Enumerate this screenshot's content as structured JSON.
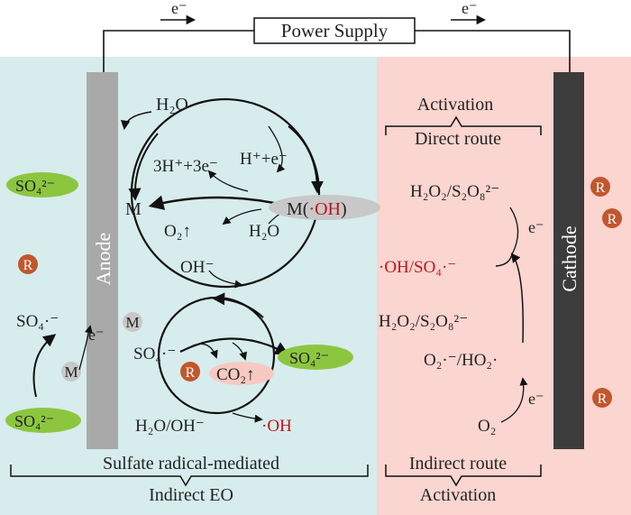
{
  "top": {
    "power_supply": "Power Supply",
    "e_left": "e⁻",
    "e_right": "e⁻"
  },
  "electrodes": {
    "anode": "Anode",
    "cathode": "Cathode"
  },
  "left": {
    "h2o_top": "H₂O",
    "three_h": "3H⁺+3e⁻",
    "h_e": "H⁺+e⁻",
    "m_left": "M",
    "m_oh_pre": "M(",
    "m_oh_red": "·OH",
    "m_oh_post": ")",
    "o2": "O₂↑",
    "h2o_mid": "H₂O",
    "oh_minus": "OH⁻",
    "so4_radical_mid": "SO₄·⁻",
    "r": "R",
    "co2": "CO₂↑",
    "so4_2_right": "SO₄²⁻",
    "h2o_oh": "H₂O/OH⁻",
    "oh_radical_bottom": "·OH",
    "so4_2_far_left": "SO₄²⁻",
    "r_left": "R",
    "so4_radical_left": "SO₄·⁻",
    "m_circle_1": "M",
    "m_circle_2": "M",
    "e_minus_left": "e⁻",
    "so4_2_bottom_left": "SO₄²⁻",
    "bottom_label": "Sulfate radical-mediated",
    "bottom_label2": "Indirect EO"
  },
  "right": {
    "activation_top": "Activation",
    "direct_route": "Direct route",
    "h2o2_s2o8_top": "H₂O₂/S₂O₈²⁻",
    "e_minus_1": "e⁻",
    "oh_so4": "·OH/SO₄·⁻",
    "h2o2_s2o8_mid": "H₂O₂/S₂O₈²⁻",
    "o2_ho2": "O₂·⁻/HO₂·",
    "e_minus_2": "e⁻",
    "o2": "O₂",
    "indirect_route": "Indirect route",
    "activation_bottom": "Activation",
    "r1": "R",
    "r2": "R",
    "r3": "R"
  },
  "colors": {
    "left_bg": "#d7ecec",
    "right_bg": "#fbd5d0",
    "anode": "#a9a9a9",
    "cathode": "#3c3c3c",
    "green_oval": "#8cc63f",
    "r_circle": "#c2562d",
    "red_text": "#c0141c"
  }
}
